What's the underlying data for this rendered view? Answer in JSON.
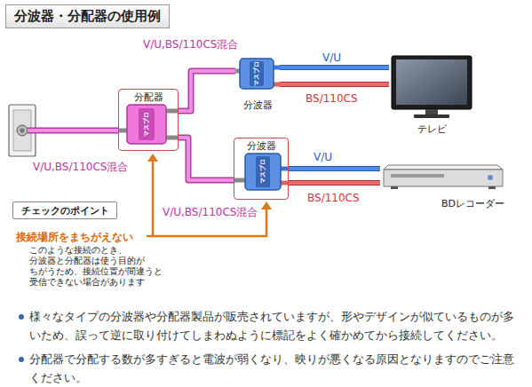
{
  "diagram": {
    "title": "分波器・分配器の使用例",
    "nodes": [
      {
        "text": [
          "分配器"
        ]
      },
      {
        "text": [
          "分波器"
        ]
      },
      {
        "text": [
          "分波器"
        ]
      },
      {
        "text": [
          "テレビ"
        ]
      },
      {
        "text": [
          "BDレコーダー"
        ]
      },
      {
        "text": [
          "チェックのポイント"
        ]
      }
    ],
    "edges": [
      {
        "from": 0,
        "to": 1,
        "arrow": "none",
        "label": "V/U,BS/110CS混合"
      },
      {
        "from": 0,
        "to": 2,
        "arrow": "none",
        "label": "V/U,BS/110CS混合"
      },
      {
        "from": 1,
        "to": 3,
        "arrow": "none",
        "label": "V/U"
      },
      {
        "from": 1,
        "to": 3,
        "arrow": "none",
        "label": "BS/110CS"
      },
      {
        "from": 2,
        "to": 4,
        "arrow": "none",
        "label": "V/U"
      },
      {
        "from": 2,
        "to": 4,
        "arrow": "none",
        "label": "BS/110CS"
      }
    ],
    "labels": [
      "V/U,BS/110CS混合",
      "マスプロ",
      "マスプロ",
      "マスプロ",
      "接続場所をまちがえない",
      "このような接続のとき、 分波器と分配器は使う目的が ちがうため、接続位置が間違うと 受信できない場合があります",
      "様々なタイプの分波器や分配器製品が販売されていますが、形やデザインが似ているものが多いため、誤って逆に取り付けてしまわぬように標記をよく確かめてから接続してください。",
      "分配器で分配する数が多すぎると電波が弱くなり、映りが悪くなる原因となりますのでご注意ください。"
    ]
  }
}
